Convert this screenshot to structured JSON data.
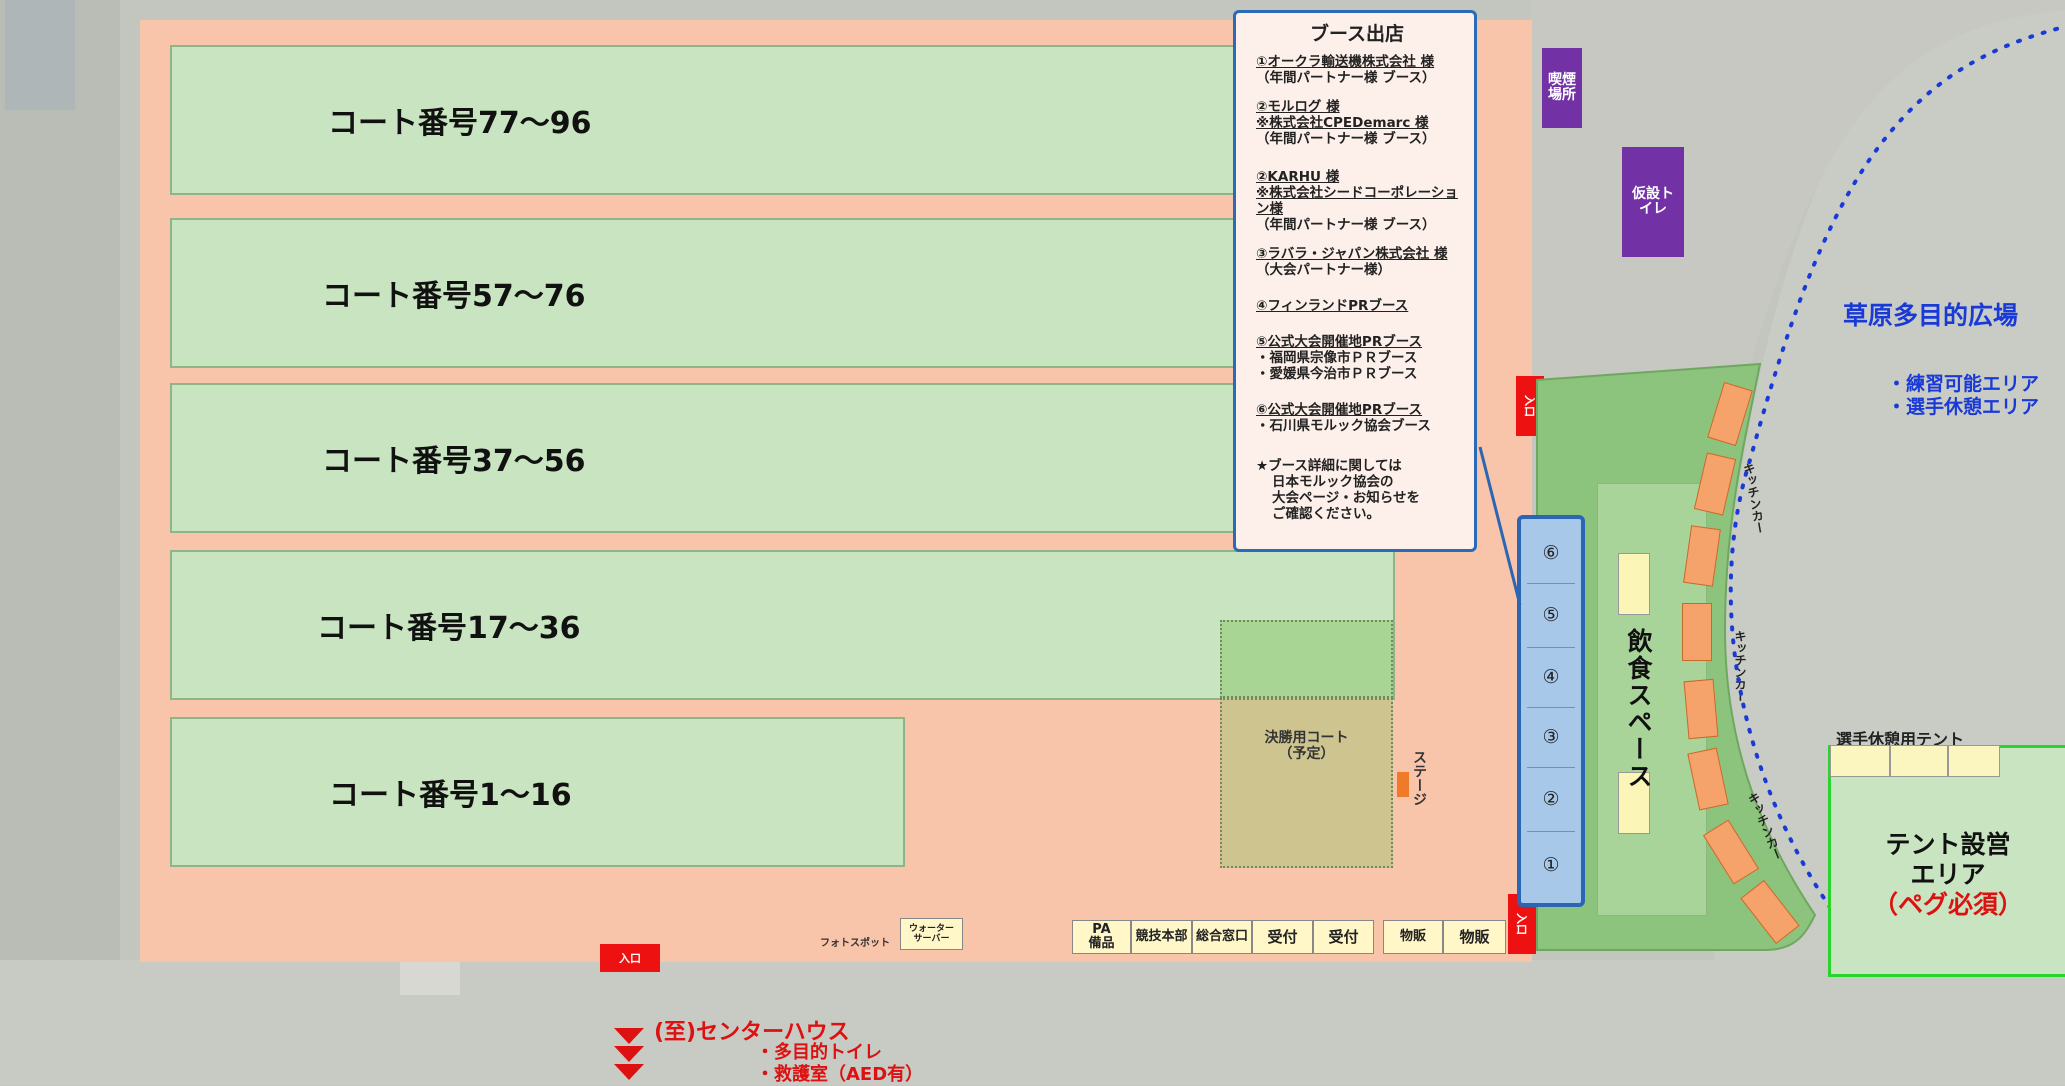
{
  "colors": {
    "venue": "#f8c4aa",
    "court": "#c8e4c0",
    "entrance": "#ee1111",
    "purple": "#7232a6",
    "booth": "#a8c8ea",
    "booth_border": "#2a66b4",
    "kitchen_car": "#f5a36a",
    "dining_area": "#8cc47e",
    "accent_blue": "#1a3ad8",
    "accent_red": "#dd1111",
    "tent_border": "#2ad42a"
  },
  "courts": [
    {
      "label": "コート番号77〜96"
    },
    {
      "label": "コート番号57〜76"
    },
    {
      "label": "コート番号37〜56"
    },
    {
      "label": "コート番号17〜36"
    },
    {
      "label": "コート番号1〜16"
    }
  ],
  "legend": {
    "title": "ブース出店",
    "items": [
      {
        "line1": "①オークラ輸送機株式会社 様",
        "line2": "（年間パートナー様 ブース）"
      },
      {
        "line1": "②モルログ 様",
        "line2": "※株式会社CPEDemarc 様",
        "line3": "（年間パートナー様 ブース）"
      },
      {
        "line1": "②KARHU 様",
        "line2": "※株式会社シードコーポレーショ",
        "line3": "ン様",
        "line4": "（年間パートナー様 ブース）"
      },
      {
        "line1": "③ラバラ・ジャパン株式会社 様",
        "line2": "（大会パートナー様）"
      },
      {
        "line1": "④フィンランドPRブース"
      },
      {
        "line1": "⑤公式大会開催地PRブース",
        "line2": "・福岡県宗像市ＰＲブース",
        "line3": "・愛媛県今治市ＰＲブース"
      },
      {
        "line1": "⑥公式大会開催地PRブース",
        "line2": "・石川県モルック協会ブース"
      }
    ],
    "note": [
      "★ブース詳細に関しては",
      "日本モルック協会の",
      "大会ページ・お知らせを",
      "ご確認ください。"
    ]
  },
  "entrance_label": "入口",
  "smoking_area": "喫煙場所",
  "temp_toilet": "仮設トイレ",
  "final_court": {
    "line1": "決勝用コート",
    "line2": "（予定）"
  },
  "stage": "ステージ",
  "photo_spot": "フォトスポット",
  "water_server": "ウォーター\nサーバー",
  "bottom_boxes": [
    "PA\n備品",
    "競技本部",
    "総合窓口",
    "受付",
    "受付",
    "物販",
    "物販"
  ],
  "booths": [
    "⑥",
    "⑤",
    "④",
    "③",
    "②",
    "①"
  ],
  "dining_space": "飲食スペース",
  "kitchen_car": "キッチンカー",
  "meadow": {
    "title": "草原多目的広場",
    "line1": "・練習可能エリア",
    "line2": "・選手休憩エリア"
  },
  "rest_tent": "選手休憩用テント",
  "tent_area": {
    "line1": "テント設営",
    "line2": "エリア",
    "line3": "（ペグ必須）"
  },
  "center_house": {
    "title": "(至)センターハウス",
    "line1": "・多目的トイレ",
    "line2": "・救護室（AED有）"
  }
}
